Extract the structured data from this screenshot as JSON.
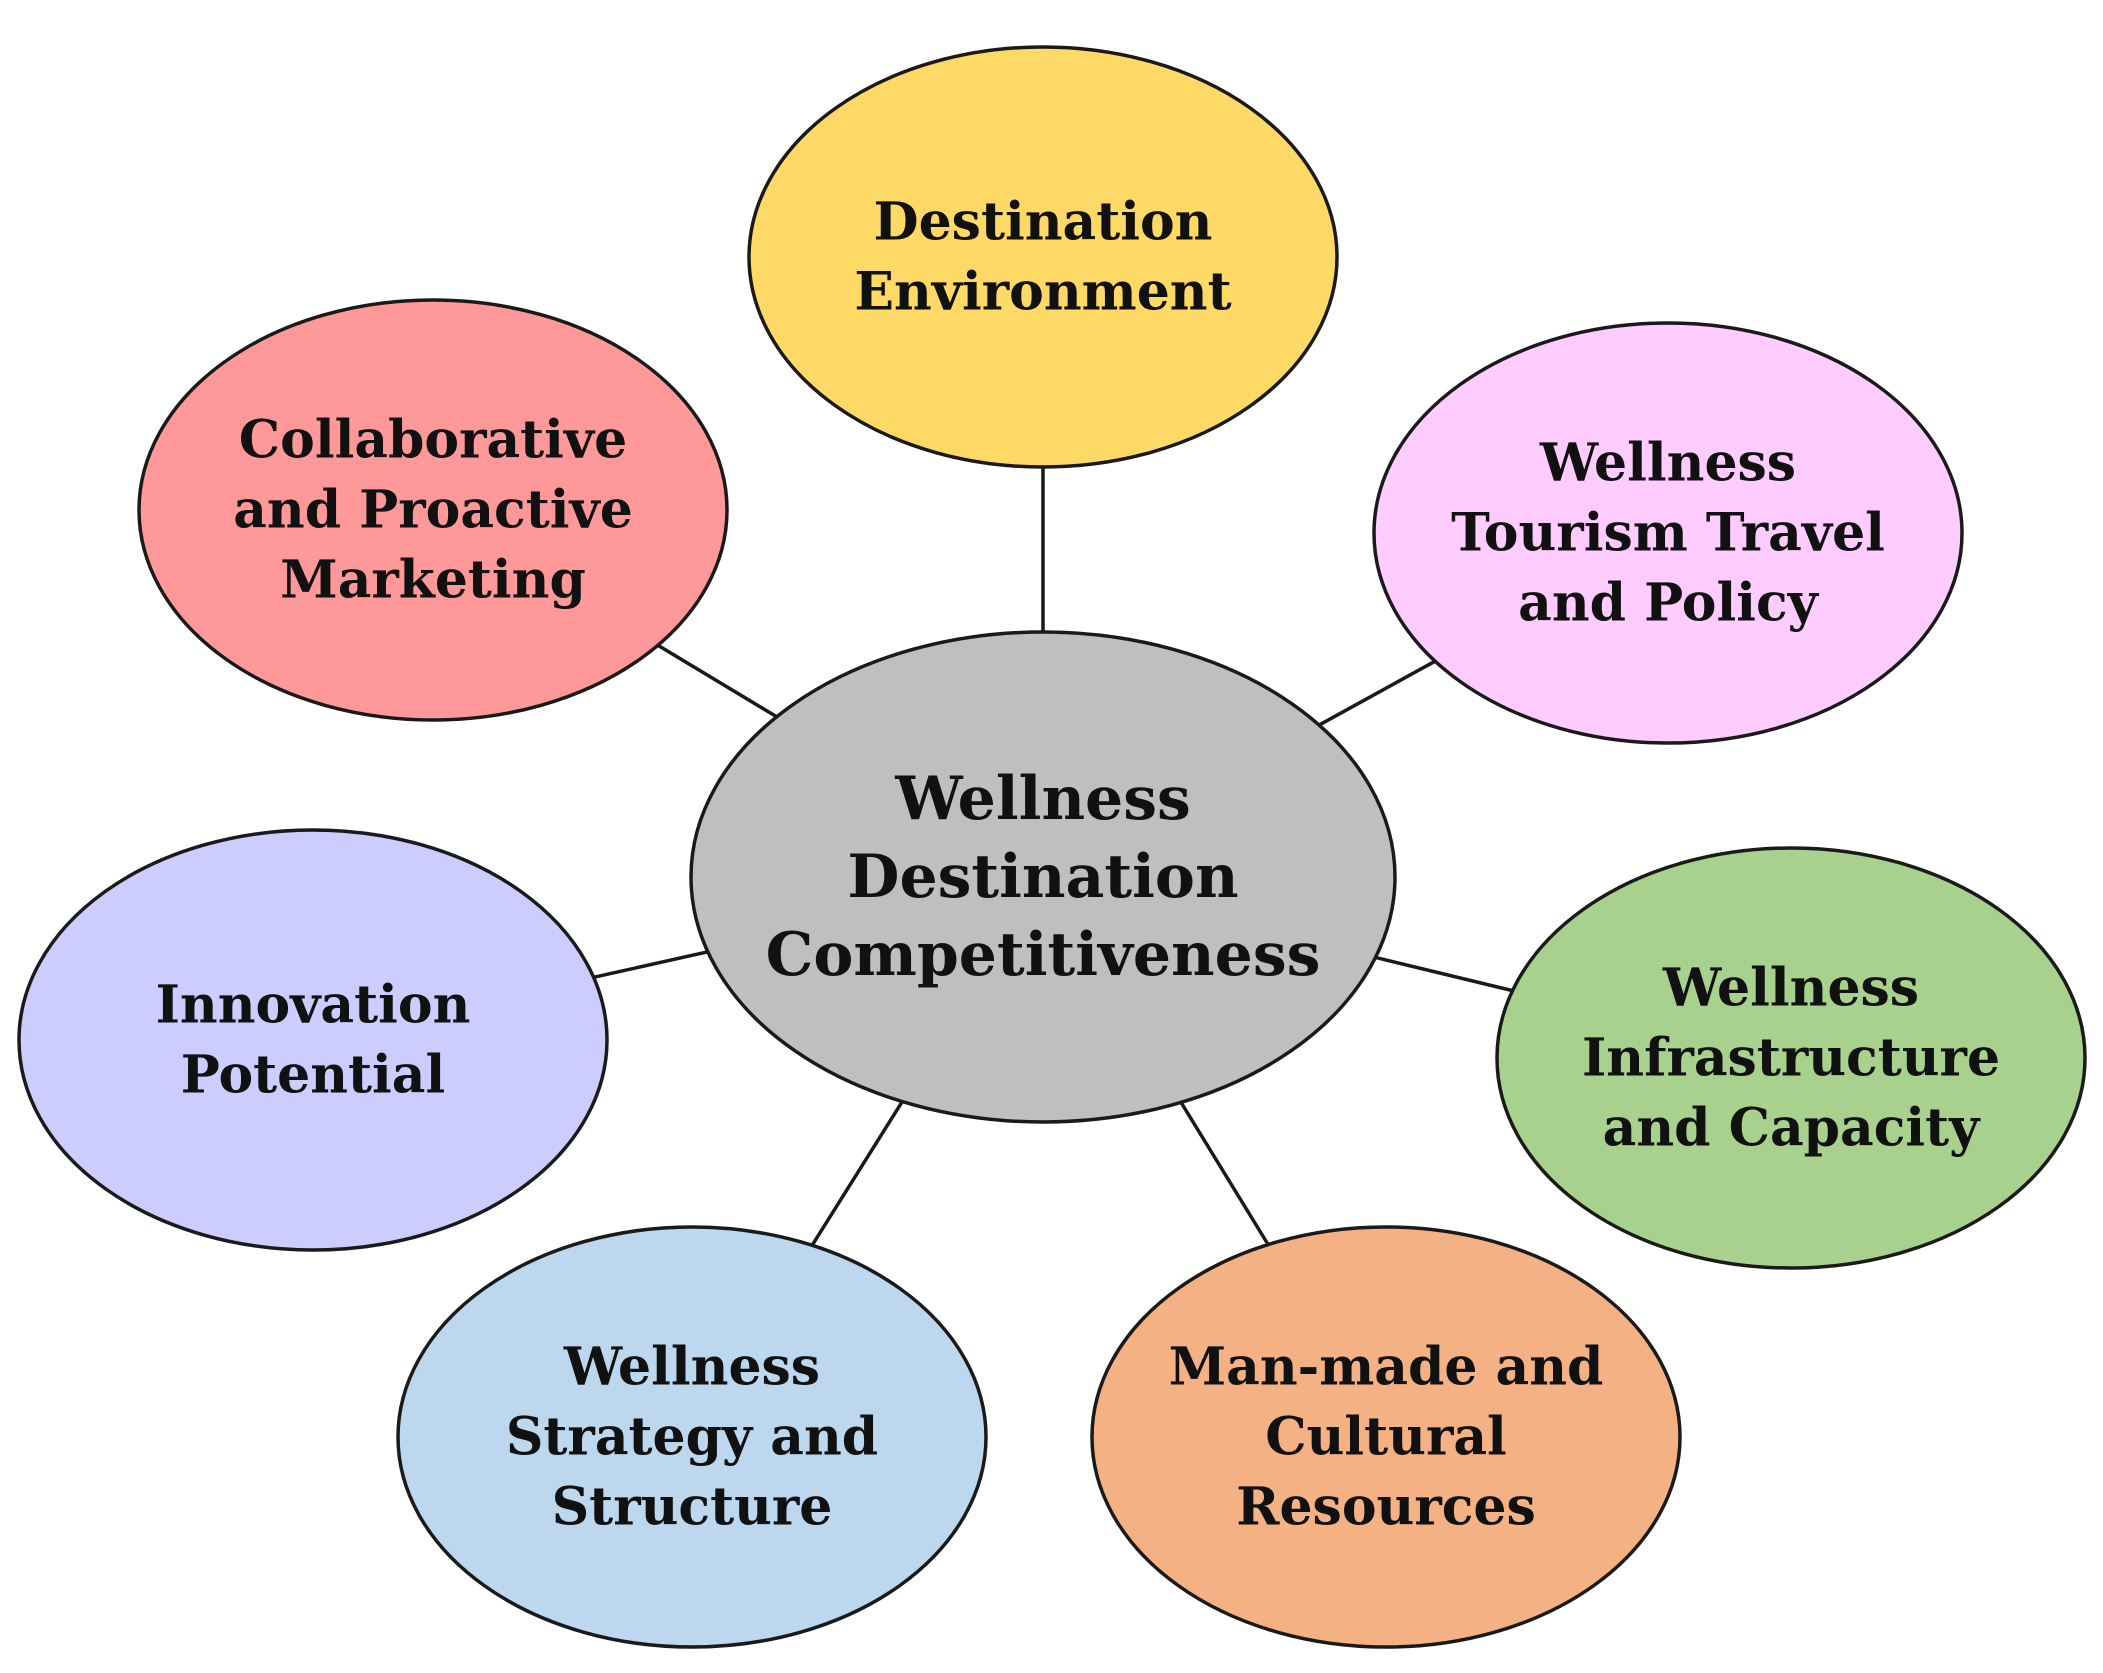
{
  "center": {
    "lines": [
      "Wellness",
      "Destination",
      "Competitiveness"
    ],
    "color": "#BFBFBF"
  },
  "nodes": [
    {
      "id": "destination-environment",
      "lines": [
        "Destination",
        "Environment"
      ],
      "color": "#FFD966"
    },
    {
      "id": "wellness-tourism-travel-policy",
      "lines": [
        "Wellness",
        "Tourism Travel",
        "and Policy"
      ],
      "color": "#FFCCFF"
    },
    {
      "id": "wellness-infrastructure-capacity",
      "lines": [
        "Wellness",
        "Infrastructure",
        "and Capacity"
      ],
      "color": "#A9D18E"
    },
    {
      "id": "man-made-cultural-resources",
      "lines": [
        "Man-made and",
        "Cultural",
        "Resources"
      ],
      "color": "#F4B183"
    },
    {
      "id": "wellness-strategy-structure",
      "lines": [
        "Wellness",
        "Strategy and",
        "Structure"
      ],
      "color": "#BDD7EE"
    },
    {
      "id": "innovation-potential",
      "lines": [
        "Innovation",
        "Potential"
      ],
      "color": "#CCCCFF"
    },
    {
      "id": "collaborative-proactive-marketing",
      "lines": [
        "Collaborative",
        "and Proactive",
        "Marketing"
      ],
      "color": "#FF9999"
    }
  ]
}
